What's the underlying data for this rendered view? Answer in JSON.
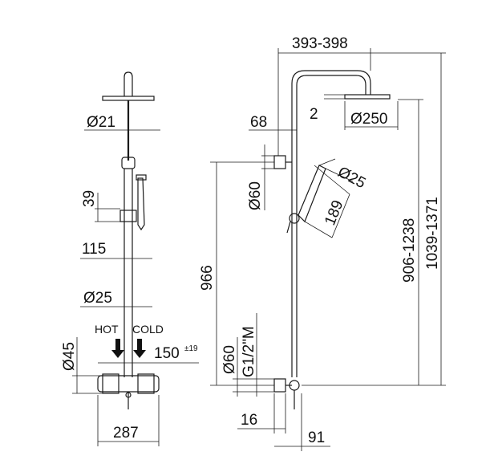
{
  "dimensions": {
    "head_diameter_front": "Ø21",
    "handshower_height": "39",
    "handshower_holder_depth": "115",
    "riser_diameter": "Ø25",
    "hot_label": "HOT",
    "cold_label": "COLD",
    "center_distance": "150",
    "center_distance_tol": "±19",
    "mixer_diameter": "Ø45",
    "mixer_width": "287",
    "arm_reach": "393-398",
    "head_offset": "2",
    "head_diameter_side": "Ø250",
    "arm_offset": "68",
    "wall_bracket_diameter": "Ø60",
    "handshower_diameter": "Ø25",
    "handshower_length": "189",
    "bracket_height": "966",
    "mixer_bracket_diameter": "Ø60",
    "connection_thread": "G1/2\"M",
    "wall_gap": "16",
    "mixer_depth": "91",
    "height_range_a": "906-1238",
    "height_range_b": "1039-1371"
  }
}
